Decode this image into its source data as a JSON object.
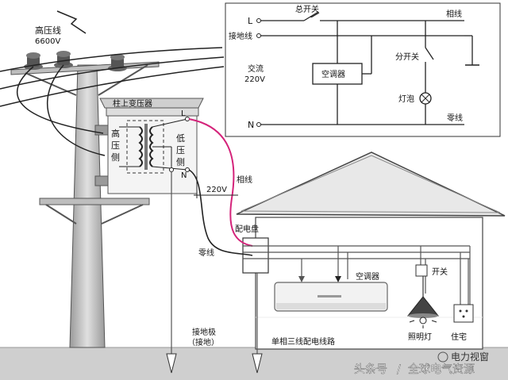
{
  "labels": {
    "high_voltage_line": "高压线",
    "high_voltage_value": "6600V",
    "pole_transformer": "柱上变压器",
    "high_side": [
      "高",
      "压",
      "侧"
    ],
    "low_side": [
      "低",
      "压",
      "侧"
    ],
    "terminal_L": "L",
    "terminal_N": "N",
    "voltage_220": "220V",
    "phase_wire": "相线",
    "distribution_board": "配电盘",
    "neutral_wire": "零线",
    "air_conditioner": "空调器",
    "switch": "开关",
    "lighting_lamp": "照明灯",
    "residence": "住宅",
    "ground_electrode": "接地极",
    "grounding": "（接地）",
    "single_phase_three_wire": "单相三线配电线路"
  },
  "schematic": {
    "terminal_L": "L",
    "main_switch": "总开关",
    "phase_wire": "相线",
    "ground_wire": "接地线",
    "ac_label": "交流",
    "ac_voltage": "220V",
    "air_conditioner_box": "空调器",
    "branch_switch": "分开关",
    "lamp": "灯泡",
    "terminal_N": "N",
    "neutral_wire": "零线"
  },
  "watermark": {
    "left": "头条号",
    "slash": "/",
    "right": "全球电气资源",
    "logo_text": "电力视窗"
  },
  "colors": {
    "phase_wire": "#d4237a",
    "line": "#222222",
    "ground": "#cfcfcf"
  }
}
